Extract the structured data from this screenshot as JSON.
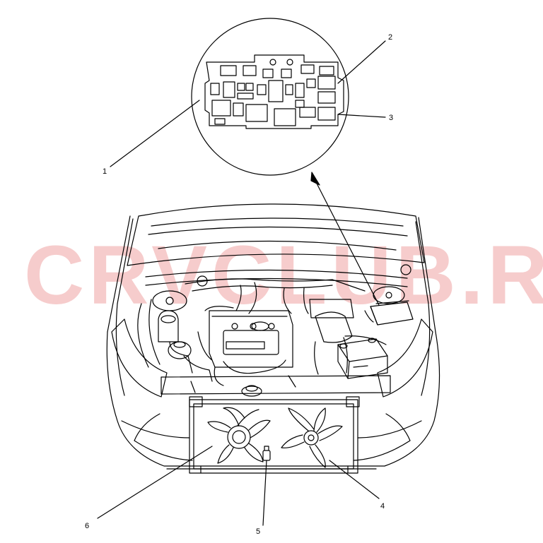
{
  "watermark": "CRVCLUB.RU",
  "callouts": {
    "c1": "1",
    "c2": "2",
    "c3": "3",
    "c4": "4",
    "c5": "5",
    "c6": "6"
  }
}
